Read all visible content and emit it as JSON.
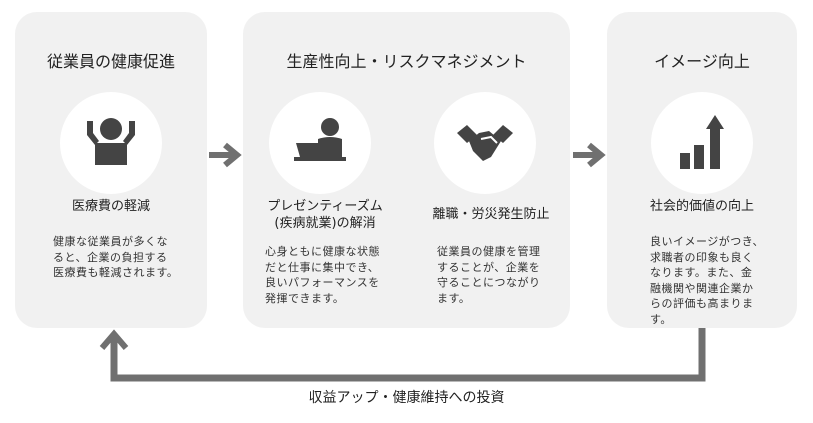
{
  "stage1": {
    "title": "従業員の健康促進",
    "icon": "strong-person-icon",
    "subtitle": "医療費の軽減",
    "body": [
      "健康な従業員が多くな",
      "ると、企業の負担する",
      "医療費も軽減されます。"
    ]
  },
  "stage2": {
    "title": "生産性向上・リスクマネジメント",
    "items": [
      {
        "icon": "person-at-laptop-icon",
        "subtitle": [
          "プレゼンティーズム",
          "(疾病就業)の解消"
        ],
        "body": [
          "心身ともに健康な状態",
          "だと仕事に集中でき、",
          "良いパフォーマンスを",
          "発揮できます。"
        ]
      },
      {
        "icon": "handshake-icon",
        "subtitle": [
          "離職・労災発生防止"
        ],
        "body": [
          "従業員の健康を管理",
          "することが、企業を",
          "守ることにつながり",
          "ます。"
        ]
      }
    ]
  },
  "stage3": {
    "title": "イメージ向上",
    "icon": "growth-chart-icon",
    "subtitle": "社会的価値の向上",
    "body": [
      "良いイメージがつき、",
      "求職者の印象も良く",
      "なります。また、金",
      "融機関や関連企業か",
      "らの評価も高まりま",
      "す。"
    ]
  },
  "feedback_label": "収益アップ・健康維持への投資",
  "colors": {
    "box": "#f1f1f1",
    "icon": "#444444",
    "arrow": "#707070"
  }
}
